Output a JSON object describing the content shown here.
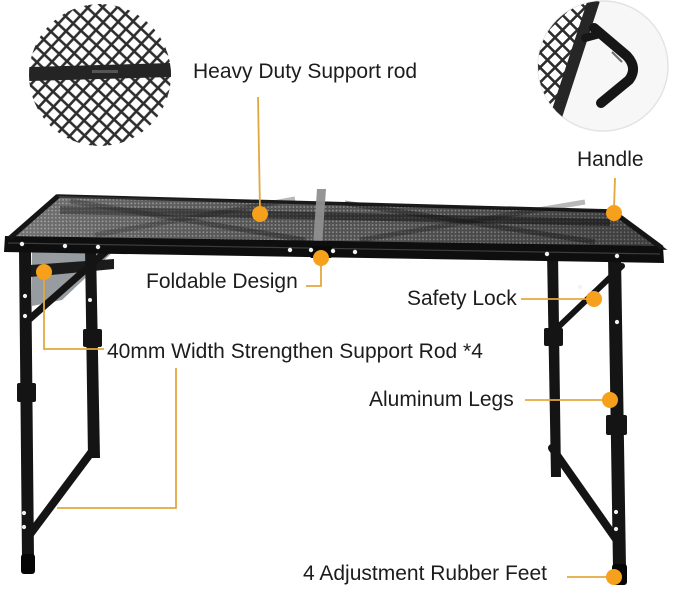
{
  "theme": {
    "accent_dot": "#F6A01B",
    "leader_line": "#E2A83E",
    "label_text": "#1C1C1C",
    "background": "#FFFFFF",
    "table_black": "#141414"
  },
  "product": {
    "kind": "folding mesh-top camping table feature diagram"
  },
  "labels": {
    "heavy_duty": "Heavy Duty Support rod",
    "handle": "Handle",
    "foldable": "Foldable Design",
    "safety_lock": "Safety Lock",
    "support_rod": "40mm Width Strengthen Support Rod *4",
    "aluminum_legs": "Aluminum Legs",
    "rubber_feet": "4 Adjustment Rubber Feet"
  },
  "insets": {
    "left": "mesh-and-support-rod-closeup",
    "right": "corner-handle-closeup"
  }
}
